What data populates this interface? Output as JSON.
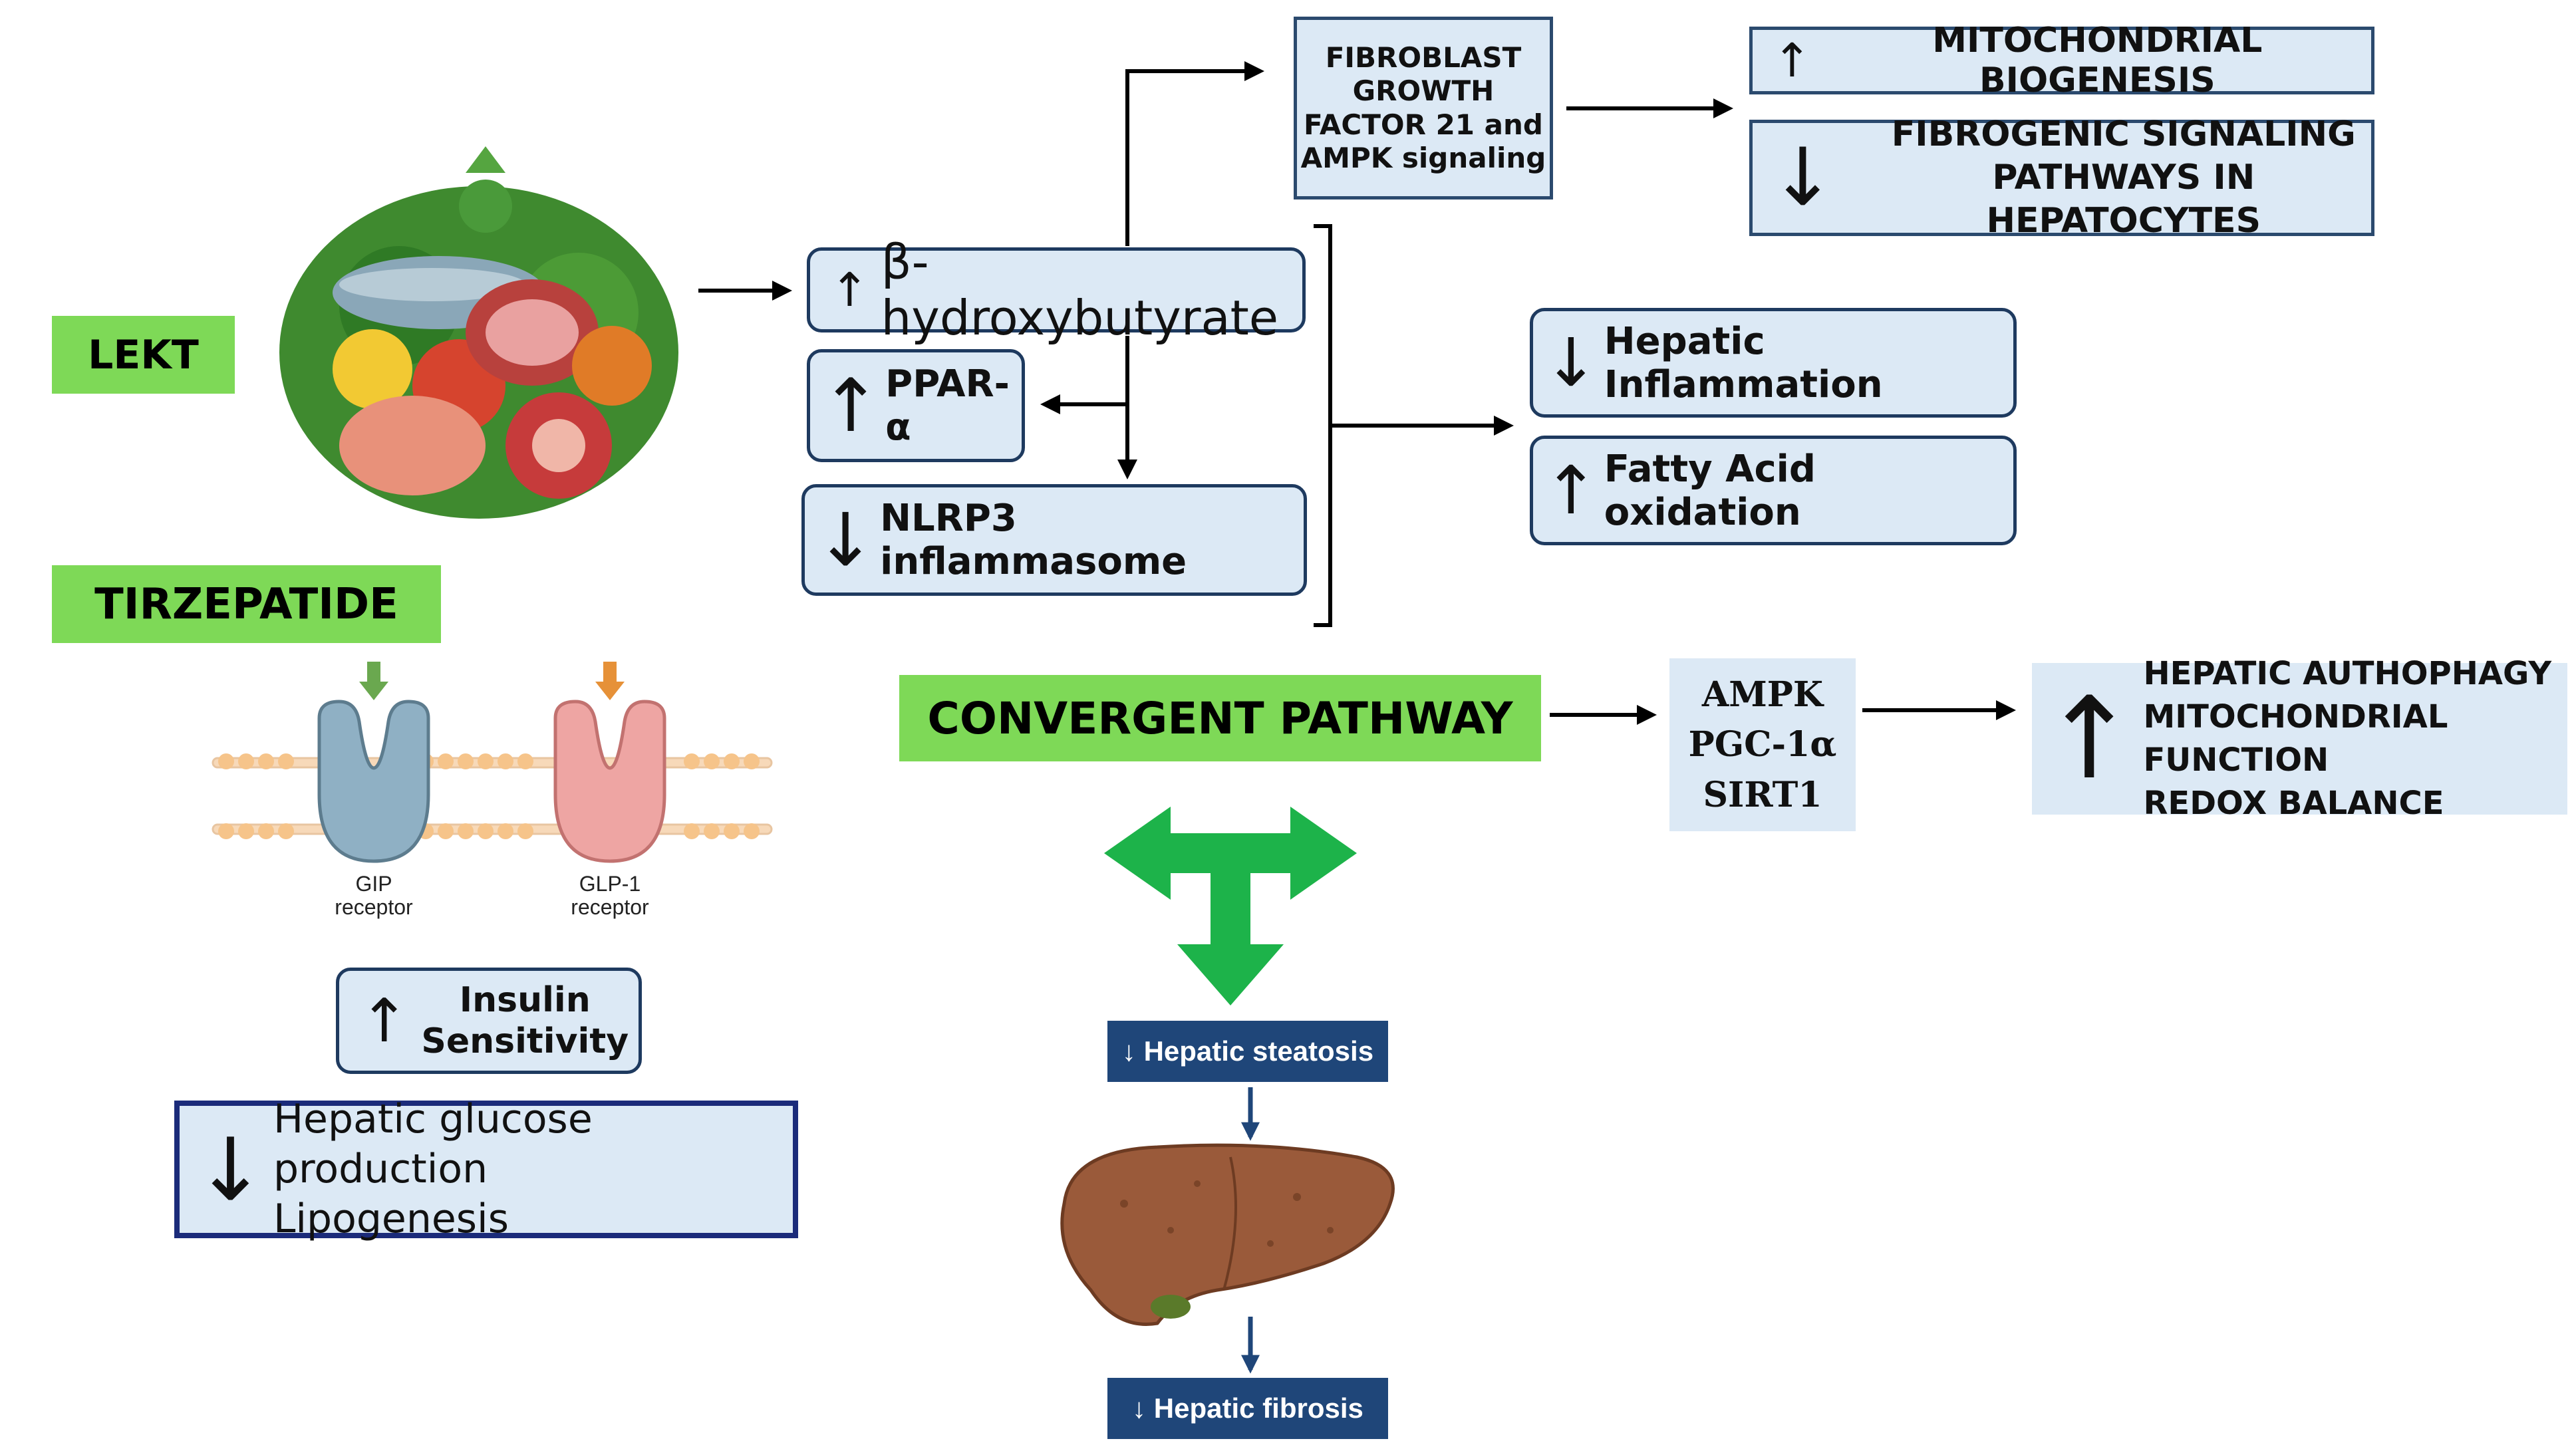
{
  "left": {
    "lekt_label": "LEKT",
    "tirzepatide_label": "TIRZEPATIDE",
    "gip_receptor": "GIP\nreceptor",
    "glp1_receptor": "GLP-1\nreceptor",
    "insulin_sensitivity": "Insulin\nSensitivity",
    "hepatic_glucose_line1": "Hepatic glucose production",
    "hepatic_glucose_line2": "Lipogenesis"
  },
  "middle": {
    "bhb": "β-hydroxybutyrate",
    "ppar": "PPAR-α",
    "nlrp3": "NLRP3 inflammasome",
    "fgf21": "FIBROBLAST\nGROWTH\nFACTOR 21 and\nAMPK signaling",
    "convergent": "CONVERGENT PATHWAY",
    "ampk_lines": [
      "AMPK",
      "PGC-1α",
      "SIRT1"
    ],
    "hepatic_steatosis": "↓ Hepatic steatosis",
    "hepatic_fibrosis": "↓ Hepatic fibrosis"
  },
  "right": {
    "mito_biogenesis": "MITOCHONDRIAL BIOGENESIS",
    "fibrogenic": "FIBROGENIC SIGNALING\nPATHWAYS IN HEPATOCYTES",
    "hepatic_inflammation": "Hepatic Inflammation",
    "fatty_acid": "Fatty Acid oxidation",
    "autophagy_lines": [
      "HEPATIC AUTHOPHAGY",
      "MITOCHONDRIAL FUNCTION",
      "REDOX BALANCE"
    ]
  },
  "colors": {
    "green_label": "#7ed957",
    "light_blue": "#dce9f5",
    "navy": "#1f4679",
    "arrow_green": "#1db34a",
    "liver": "#9a5a3a"
  },
  "icons": [
    "food-bowl-illustration",
    "cell-membrane-receptors",
    "liver-illustration",
    "green-t-arrow"
  ]
}
